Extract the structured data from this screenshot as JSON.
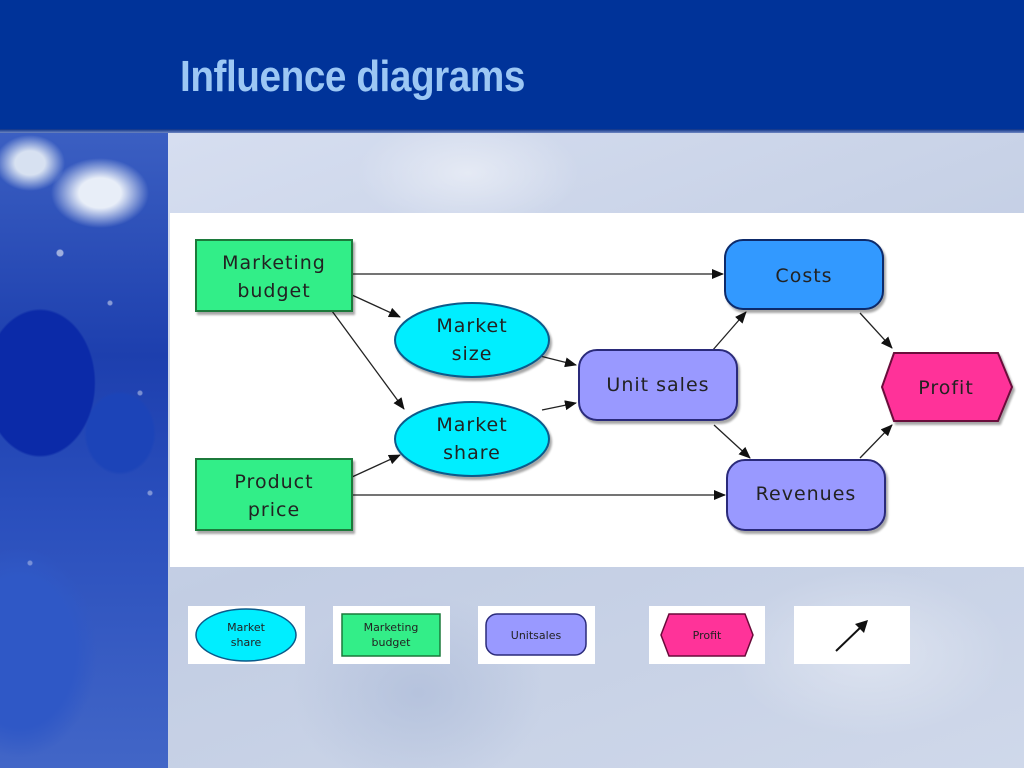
{
  "slide": {
    "title": "Influence diagrams"
  },
  "diagram": {
    "nodes": {
      "marketing_budget": {
        "line1": "Marketing",
        "line2": "budget",
        "shape": "rectangle",
        "color": "#33ee88"
      },
      "product_price": {
        "line1": "Product",
        "line2": "price",
        "shape": "rectangle",
        "color": "#33ee88"
      },
      "market_size": {
        "line1": "Market",
        "line2": "size",
        "shape": "ellipse",
        "color": "#00eeff"
      },
      "market_share": {
        "line1": "Market",
        "line2": "share",
        "shape": "ellipse",
        "color": "#00eeff"
      },
      "unit_sales": {
        "label": "Unit sales",
        "shape": "rounded-rectangle",
        "color": "#9999ff"
      },
      "costs": {
        "label": "Costs",
        "shape": "rounded-rectangle",
        "color": "#3399ff"
      },
      "revenues": {
        "label": "Revenues",
        "shape": "rounded-rectangle",
        "color": "#9999ff"
      },
      "profit": {
        "label": "Profit",
        "shape": "hexagon",
        "color": "#ff3399"
      }
    },
    "edges": [
      {
        "from": "marketing_budget",
        "to": "costs"
      },
      {
        "from": "marketing_budget",
        "to": "market_size"
      },
      {
        "from": "marketing_budget",
        "to": "market_share"
      },
      {
        "from": "product_price",
        "to": "market_share"
      },
      {
        "from": "product_price",
        "to": "revenues"
      },
      {
        "from": "market_size",
        "to": "unit_sales"
      },
      {
        "from": "market_share",
        "to": "unit_sales"
      },
      {
        "from": "unit_sales",
        "to": "costs"
      },
      {
        "from": "unit_sales",
        "to": "revenues"
      },
      {
        "from": "costs",
        "to": "profit"
      },
      {
        "from": "revenues",
        "to": "profit"
      }
    ]
  },
  "legend": {
    "chance_node": {
      "line1": "Market",
      "line2": "share"
    },
    "decision_node": {
      "line1": "Marketing",
      "line2": "budget"
    },
    "calculated_node": {
      "label": "Unitsales"
    },
    "objective_node": {
      "label": "Profit"
    },
    "arrow_icon": "arrow-icon"
  }
}
